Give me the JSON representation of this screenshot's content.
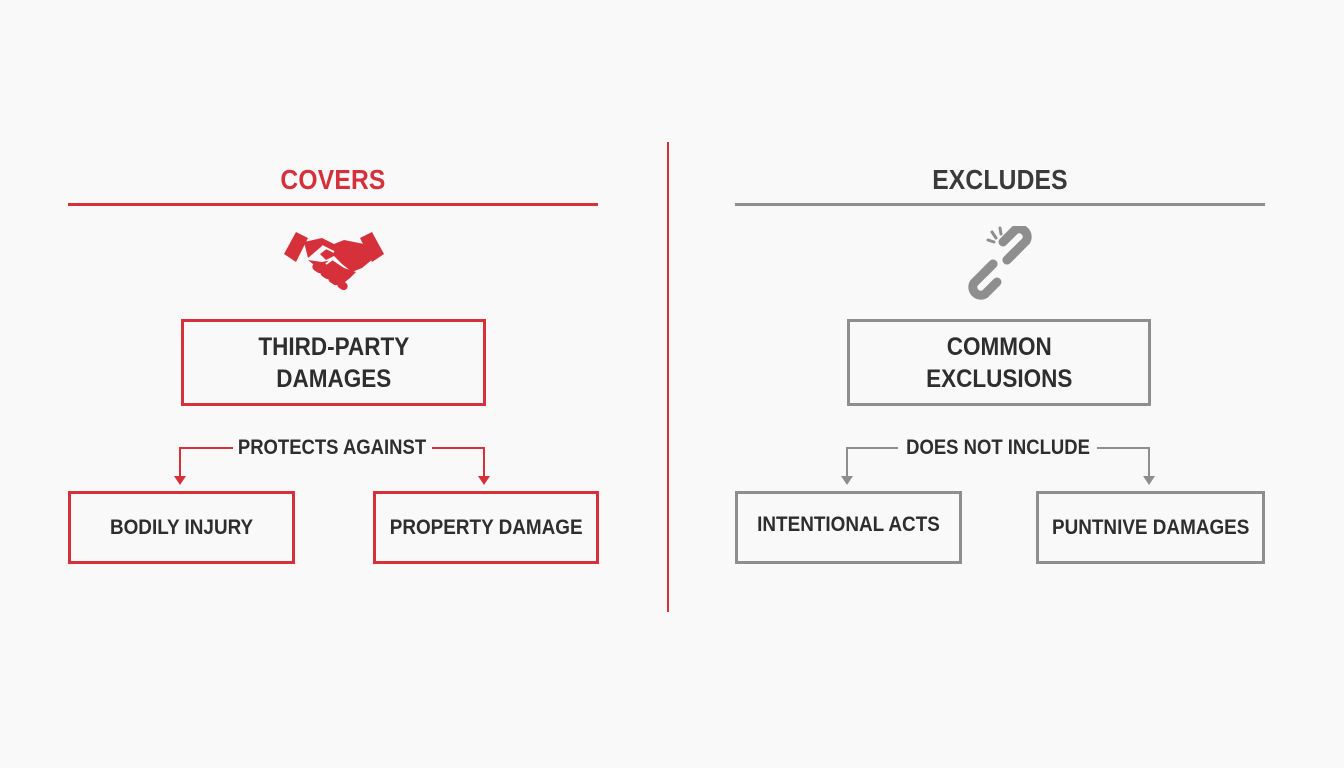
{
  "colors": {
    "covers_accent": "#d6303a",
    "excludes_accent": "#8e8e8e",
    "text": "#2e2e2e",
    "background": "#f9f9f9"
  },
  "covers": {
    "heading": "COVERS",
    "icon": "handshake-icon",
    "main_box": {
      "line1": "THIRD-PARTY",
      "line2": "DAMAGES"
    },
    "connector_label": "PROTECTS AGAINST",
    "items": [
      {
        "label": "BODILY INJURY"
      },
      {
        "label": "PROPERTY DAMAGE"
      }
    ]
  },
  "excludes": {
    "heading": "EXCLUDES",
    "icon": "broken-chain-icon",
    "main_box": {
      "line1": "COMMON",
      "line2": "EXCLUSIONS"
    },
    "connector_label": "DOES NOT INCLUDE",
    "items": [
      {
        "label": "INTENTIONAL ACTS"
      },
      {
        "label": "PUNTNIVE DAMAGES"
      }
    ]
  }
}
